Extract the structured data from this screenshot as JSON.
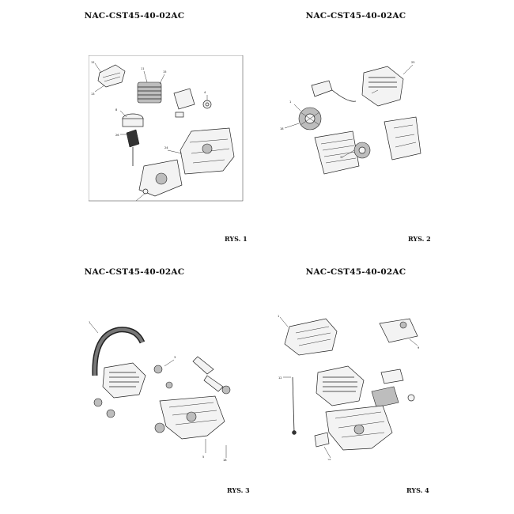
{
  "figures": [
    {
      "title": "NAC-CST45-40-02AC",
      "label": "RYS. 1"
    },
    {
      "title": "NAC-CST45-40-02AC",
      "label": "RYS. 2"
    },
    {
      "title": "NAC-CST45-40-02AC",
      "label": "RYS. 3"
    },
    {
      "title": "NAC-CST45-40-02AC",
      "label": "RYS. 4"
    }
  ]
}
